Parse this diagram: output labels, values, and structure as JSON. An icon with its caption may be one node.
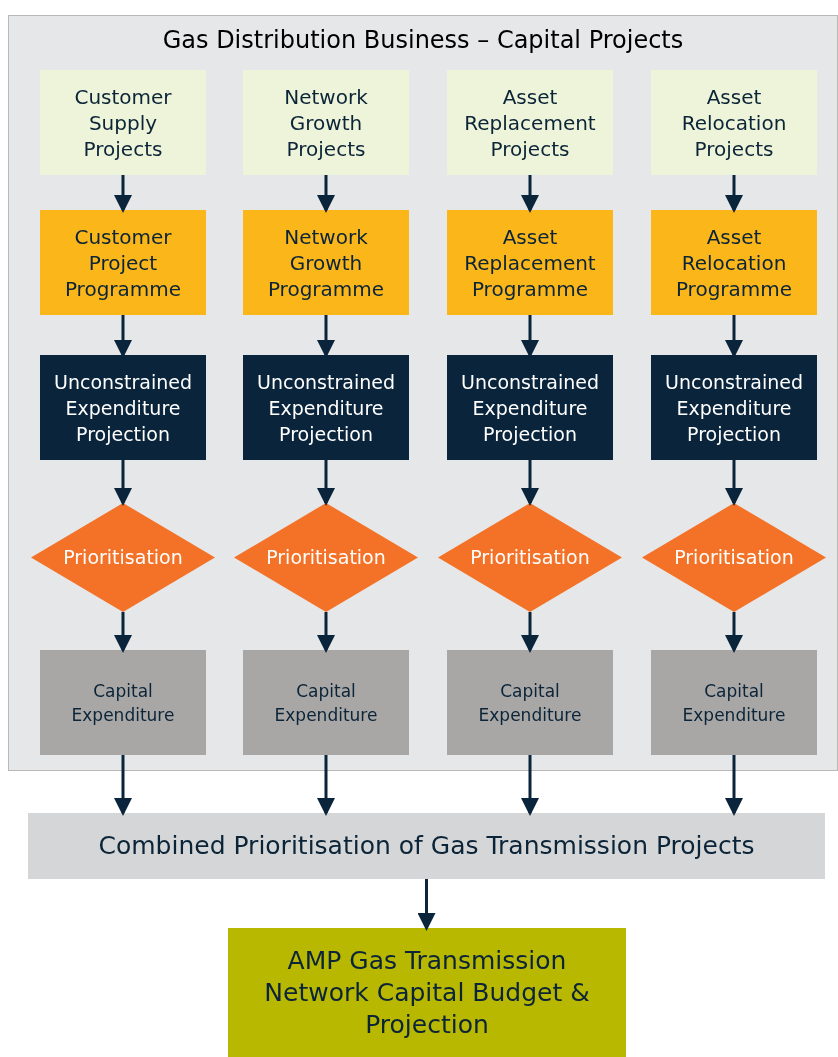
{
  "diagram": {
    "nodes": [
      {
        "text": [
          "Gas Distribution Business – Capital Projects"
        ]
      },
      {
        "text": [
          "Customer Supply Projects"
        ],
        "in": 0
      },
      {
        "text": [
          "Network Growth Projects"
        ],
        "in": 0
      },
      {
        "text": [
          "Asset Replacement Projects"
        ],
        "in": 0
      },
      {
        "text": [
          "Asset Relocation Projects"
        ],
        "in": 0
      },
      {
        "text": [
          "Customer Project Programme"
        ],
        "in": 0
      },
      {
        "text": [
          "Network Growth Programme"
        ],
        "in": 0
      },
      {
        "text": [
          "Asset Replacement Programme"
        ],
        "in": 0
      },
      {
        "text": [
          "Asset Relocation Programme"
        ],
        "in": 0
      },
      {
        "text": [
          "Unconstrained Expenditure Projection"
        ],
        "in": 0
      },
      {
        "text": [
          "Unconstrained Expenditure Projection"
        ],
        "in": 0
      },
      {
        "text": [
          "Unconstrained Expenditure Projection"
        ],
        "in": 0
      },
      {
        "text": [
          "Unconstrained Expenditure Projection"
        ],
        "in": 0
      },
      {
        "text": [
          "Prioritisation"
        ],
        "in": 0
      },
      {
        "text": [
          "Prioritisation"
        ],
        "in": 0
      },
      {
        "text": [
          "Prioritisation"
        ],
        "in": 0
      },
      {
        "text": [
          "Prioritisation"
        ],
        "in": 0
      },
      {
        "text": [
          "Capital Expenditure"
        ],
        "in": 0
      },
      {
        "text": [
          "Capital Expenditure"
        ],
        "in": 0
      },
      {
        "text": [
          "Capital Expenditure"
        ],
        "in": 0
      },
      {
        "text": [
          "Capital Expenditure"
        ],
        "in": 0
      },
      {
        "text": [
          "Combined Prioritisation of Gas Transmission Projects"
        ]
      },
      {
        "text": [
          "AMP Gas Transmission Network Capital Budget & Projection"
        ]
      }
    ],
    "edges": [
      {
        "from": 1,
        "to": 5,
        "arrow": "to"
      },
      {
        "from": 2,
        "to": 6,
        "arrow": "to"
      },
      {
        "from": 3,
        "to": 7,
        "arrow": "to"
      },
      {
        "from": 4,
        "to": 8,
        "arrow": "to"
      },
      {
        "from": 5,
        "to": 9,
        "arrow": "to"
      },
      {
        "from": 6,
        "to": 10,
        "arrow": "to"
      },
      {
        "from": 7,
        "to": 11,
        "arrow": "to"
      },
      {
        "from": 8,
        "to": 12,
        "arrow": "to"
      },
      {
        "from": 9,
        "to": 13,
        "arrow": "to"
      },
      {
        "from": 10,
        "to": 14,
        "arrow": "to"
      },
      {
        "from": 11,
        "to": 15,
        "arrow": "to"
      },
      {
        "from": 12,
        "to": 16,
        "arrow": "to"
      },
      {
        "from": 13,
        "to": 17,
        "arrow": "to"
      },
      {
        "from": 14,
        "to": 18,
        "arrow": "to"
      },
      {
        "from": 15,
        "to": 19,
        "arrow": "to"
      },
      {
        "from": 16,
        "to": 20,
        "arrow": "to"
      },
      {
        "from": 17,
        "to": 21,
        "arrow": "to"
      },
      {
        "from": 18,
        "to": 21,
        "arrow": "to"
      },
      {
        "from": 19,
        "to": 21,
        "arrow": "to"
      },
      {
        "from": 20,
        "to": 21,
        "arrow": "to"
      },
      {
        "from": 21,
        "to": 22,
        "arrow": "to"
      }
    ]
  }
}
